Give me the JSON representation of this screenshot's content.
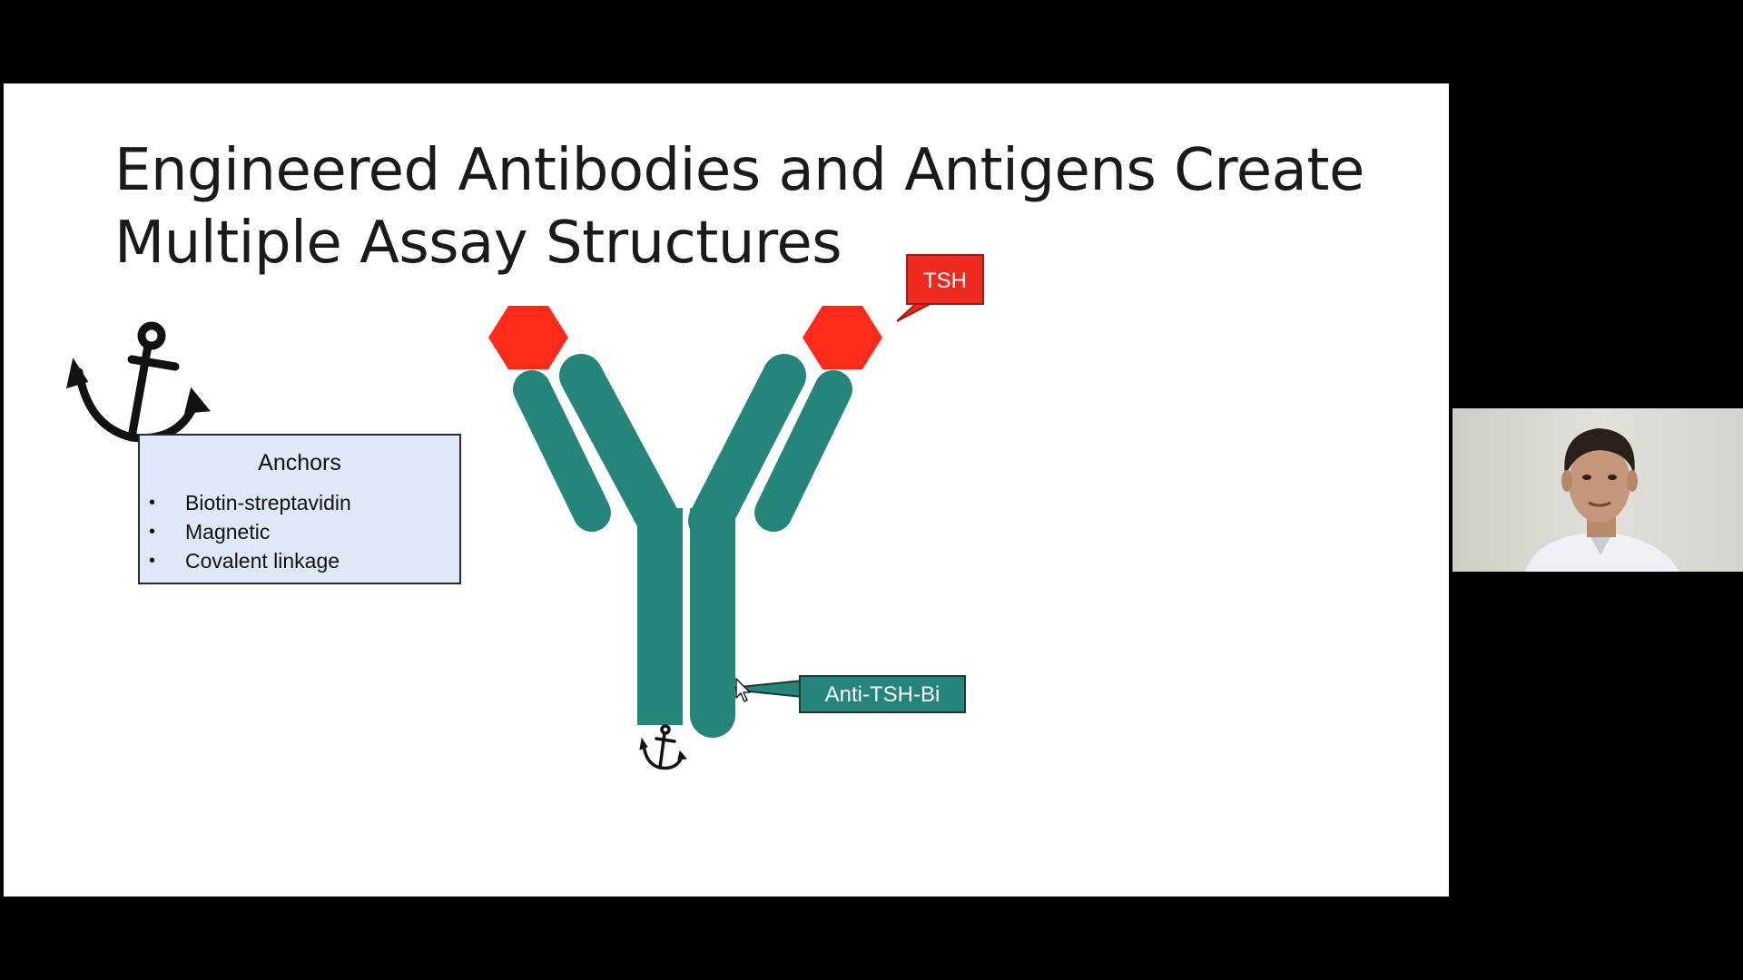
{
  "slide": {
    "title_line1": "Engineered Antibodies and Antigens Create",
    "title_line2": "Multiple Assay Structures",
    "anchors_box": {
      "heading": "Anchors",
      "items": [
        "Biotin-streptavidin",
        "Magnetic",
        "Covalent linkage"
      ],
      "background_color": "#dfe8f6"
    },
    "antigen_label": "TSH",
    "antibody_label": "Anti-TSH-Bi"
  },
  "colors": {
    "antibody": "#25857a",
    "antigen": "#ff2a1a",
    "background": "#000000",
    "slide_background": "#ffffff"
  },
  "icons": {
    "anchor_large": "anchor-icon",
    "anchor_small": "anchor-icon",
    "cursor": "mouse-pointer-icon"
  },
  "webcam": {
    "subject": "presenter"
  }
}
